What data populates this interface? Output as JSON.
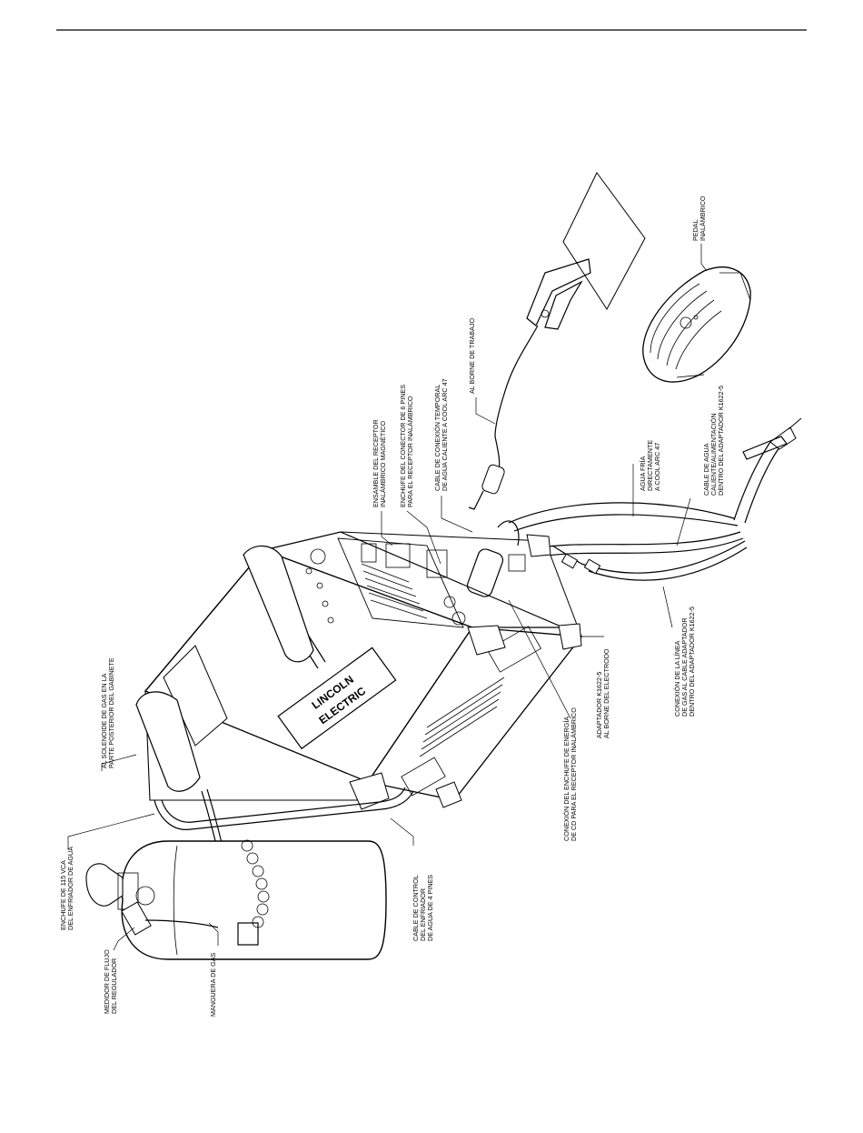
{
  "labels": {
    "pedal": [
      "PEDAL",
      "INALÁMBRICO"
    ],
    "borne_trabajo": [
      "AL BORNE DE TRABAJO"
    ],
    "cable_temporal": [
      "CABLE DE CONEXIÓN TEMPORAL",
      "DE AGUA CALIENTE A COOL ARC 47"
    ],
    "enchufe_6_pines": [
      "ENCHUFE DEL CONECTOR DE 6 PINES",
      "PARA EL RECEPTOR INALÁMBRICO"
    ],
    "ensamble_receptor": [
      "ENSAMBLE DEL RECEPTOR",
      "INALÁMBRICO MAGNÉTICO"
    ],
    "agua_fria": [
      "AGUA FRÍA",
      "DIRECTAMENTE",
      "A COOL ARC 47"
    ],
    "cable_agua": [
      "CABLE DE AGUA",
      "CALIENTE/ALIMENTACIÓN",
      "DENTRO DEL ADAPTADOR K1622-5"
    ],
    "conexion_linea": [
      "CONEXIÓN DE LA LÍNEA",
      "DE GAS AL CABLE ADAPTADOR",
      "DENTRO DEL ADAPTADOR K1622-5"
    ],
    "adaptador": [
      "ADAPTADOR K1622-5",
      "AL BORNE DEL ELECTRODO"
    ],
    "conexion_enchufe": [
      "CONEXIÓN DEL ENCHUFE DE ENERGÍA",
      "DE CD PARA EL RECEPTOR INALÁMBRICO"
    ],
    "solenoide": [
      "AL SOLENOIDE DE GAS EN LA",
      "PARTE POSTERIOR DEL GABINETE"
    ],
    "cable_control": [
      "CABLE DE CONTROL",
      "DEL ENFRIADOR",
      "DE AGUA DE 4 PINES"
    ],
    "enchufe_115": [
      "ENCHUFE DE 115 VCA",
      "DEL ENFRIADOR DE AGUA"
    ],
    "medidor": [
      "MEDIDOR DE FLUJO",
      "DEL REGULADOR"
    ],
    "manguera": [
      "MANGUERA DE GAS"
    ]
  },
  "logo": [
    "LINCOLN",
    "ELECTRIC"
  ]
}
